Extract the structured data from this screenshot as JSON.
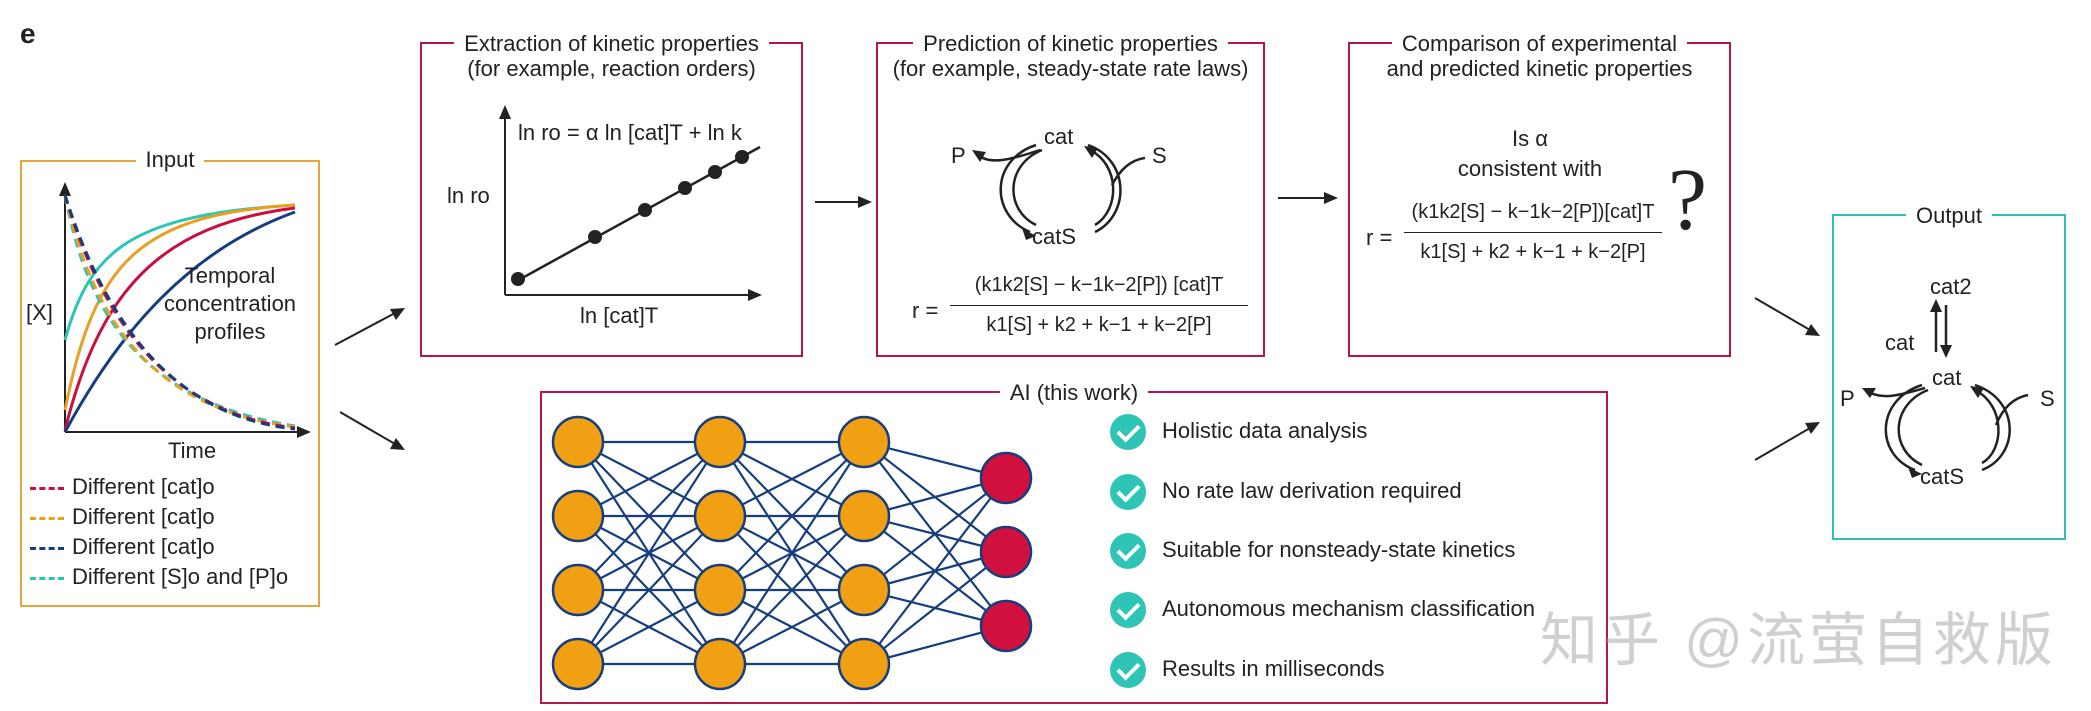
{
  "panel_label": "e",
  "input": {
    "title": "Input",
    "y_label": "[X]",
    "x_label": "Time",
    "overlay": "Temporal concentration profiles",
    "legend": [
      {
        "text": "Different [cat]o",
        "color": "#c8103f"
      },
      {
        "text": "Different [cat]o",
        "color": "#e8a020"
      },
      {
        "text": "Different [cat]o",
        "color": "#163e7e"
      },
      {
        "text": "Different [S]o and [P]o",
        "color": "#2ec4b6"
      }
    ]
  },
  "extraction": {
    "title_line1": "Extraction of kinetic properties",
    "title_line2": "(for example, reaction orders)",
    "equation": "ln ro = α ln [cat]T + ln k",
    "y_label": "ln ro",
    "x_label": "ln [cat]T"
  },
  "prediction": {
    "title_line1": "Prediction of kinetic properties",
    "title_line2": "(for example, steady-state rate laws)",
    "cycle": {
      "top": "cat",
      "bottom": "catS",
      "left": "P",
      "right": "S"
    },
    "rate_lhs": "r =",
    "numerator": "(k1k2[S] − k−1k−2[P]) [cat]T",
    "denominator": "k1[S] + k2 + k−1 + k−2[P]"
  },
  "comparison": {
    "title_line1": "Comparison of experimental",
    "title_line2": "and predicted kinetic properties",
    "question_line1": "Is α",
    "question_line2": "consistent with",
    "rate_lhs": "r =",
    "numerator": "(k1k2[S] − k−1k−2[P])[cat]T",
    "denominator": "k1[S] + k2 + k−1 + k−2[P]",
    "mark": "?"
  },
  "ai": {
    "title": "AI (this work)",
    "features": [
      "Holistic data analysis",
      "No rate law derivation required",
      "Suitable for nonsteady-state kinetics",
      "Autonomous mechanism classification",
      "Results in milliseconds"
    ]
  },
  "output": {
    "title": "Output",
    "cat2": "cat2",
    "cat_left": "cat",
    "cat_center": "cat",
    "catS": "catS",
    "P": "P",
    "S": "S"
  },
  "watermark": "知乎 @流萤自救版"
}
